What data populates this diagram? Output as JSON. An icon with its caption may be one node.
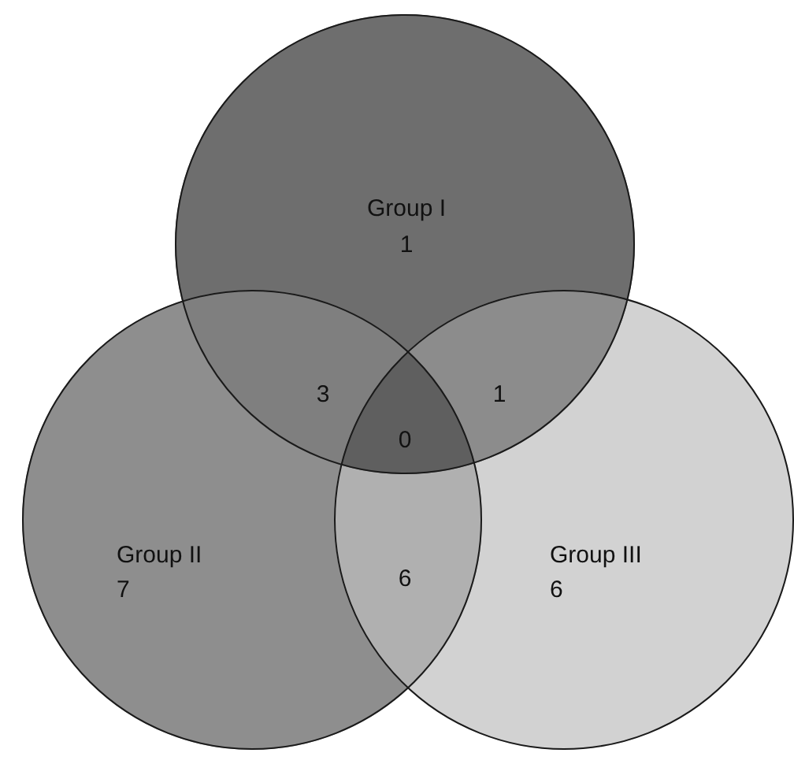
{
  "diagram": {
    "nodes": [
      {
        "text": [
          "Group I",
          "1"
        ]
      },
      {
        "text": [
          "Group II",
          "7"
        ]
      },
      {
        "text": [
          "Group III",
          "6"
        ]
      }
    ],
    "labels": [
      "3",
      "1",
      "0",
      "6"
    ]
  }
}
